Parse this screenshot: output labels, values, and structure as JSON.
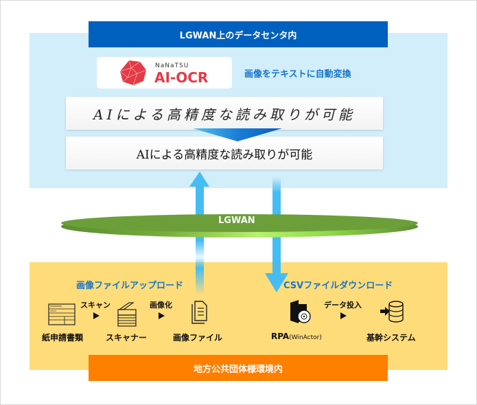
{
  "zones": {
    "datacenter_title": "LGWAN上のデータセンタ内",
    "local_title": "地方公共団体様環境内"
  },
  "product": {
    "brand_small": "NaNaTSU",
    "brand_main": "AI-OCR",
    "tagline": "画像をテキストに自動変換"
  },
  "ocr_demo": {
    "handwritten_text": "AIによる高精度な読み取りが可能",
    "printed_text": "AIによる高精度な読み取りが可能"
  },
  "network": {
    "label": "LGWAN"
  },
  "upload_flow": {
    "title": "画像ファイルアップロード",
    "steps": [
      {
        "label": "紙申請書類",
        "icon": "paper-form-icon"
      },
      {
        "action": "スキャン"
      },
      {
        "label": "スキャナー",
        "icon": "scanner-icon"
      },
      {
        "action": "画像化"
      },
      {
        "label": "画像ファイル",
        "icon": "image-file-icon"
      }
    ]
  },
  "download_flow": {
    "title": "CSVファイルダウンロード",
    "steps": [
      {
        "label": "RPA",
        "label_suffix": "(WinActor)",
        "icon": "rpa-software-icon"
      },
      {
        "action": "データ投入"
      },
      {
        "label": "基幹システム",
        "icon": "database-icon"
      }
    ]
  },
  "colors": {
    "datacenter_bg": "#d2eefb",
    "datacenter_banner": "#0060be",
    "local_bg": "#ffdc7a",
    "local_banner": "#ff7f00",
    "accent_text": "#1875c9",
    "arrow": "#45bdf2",
    "lgwan_ring": "#6c9e3a",
    "logo_red": "#e43a45"
  }
}
